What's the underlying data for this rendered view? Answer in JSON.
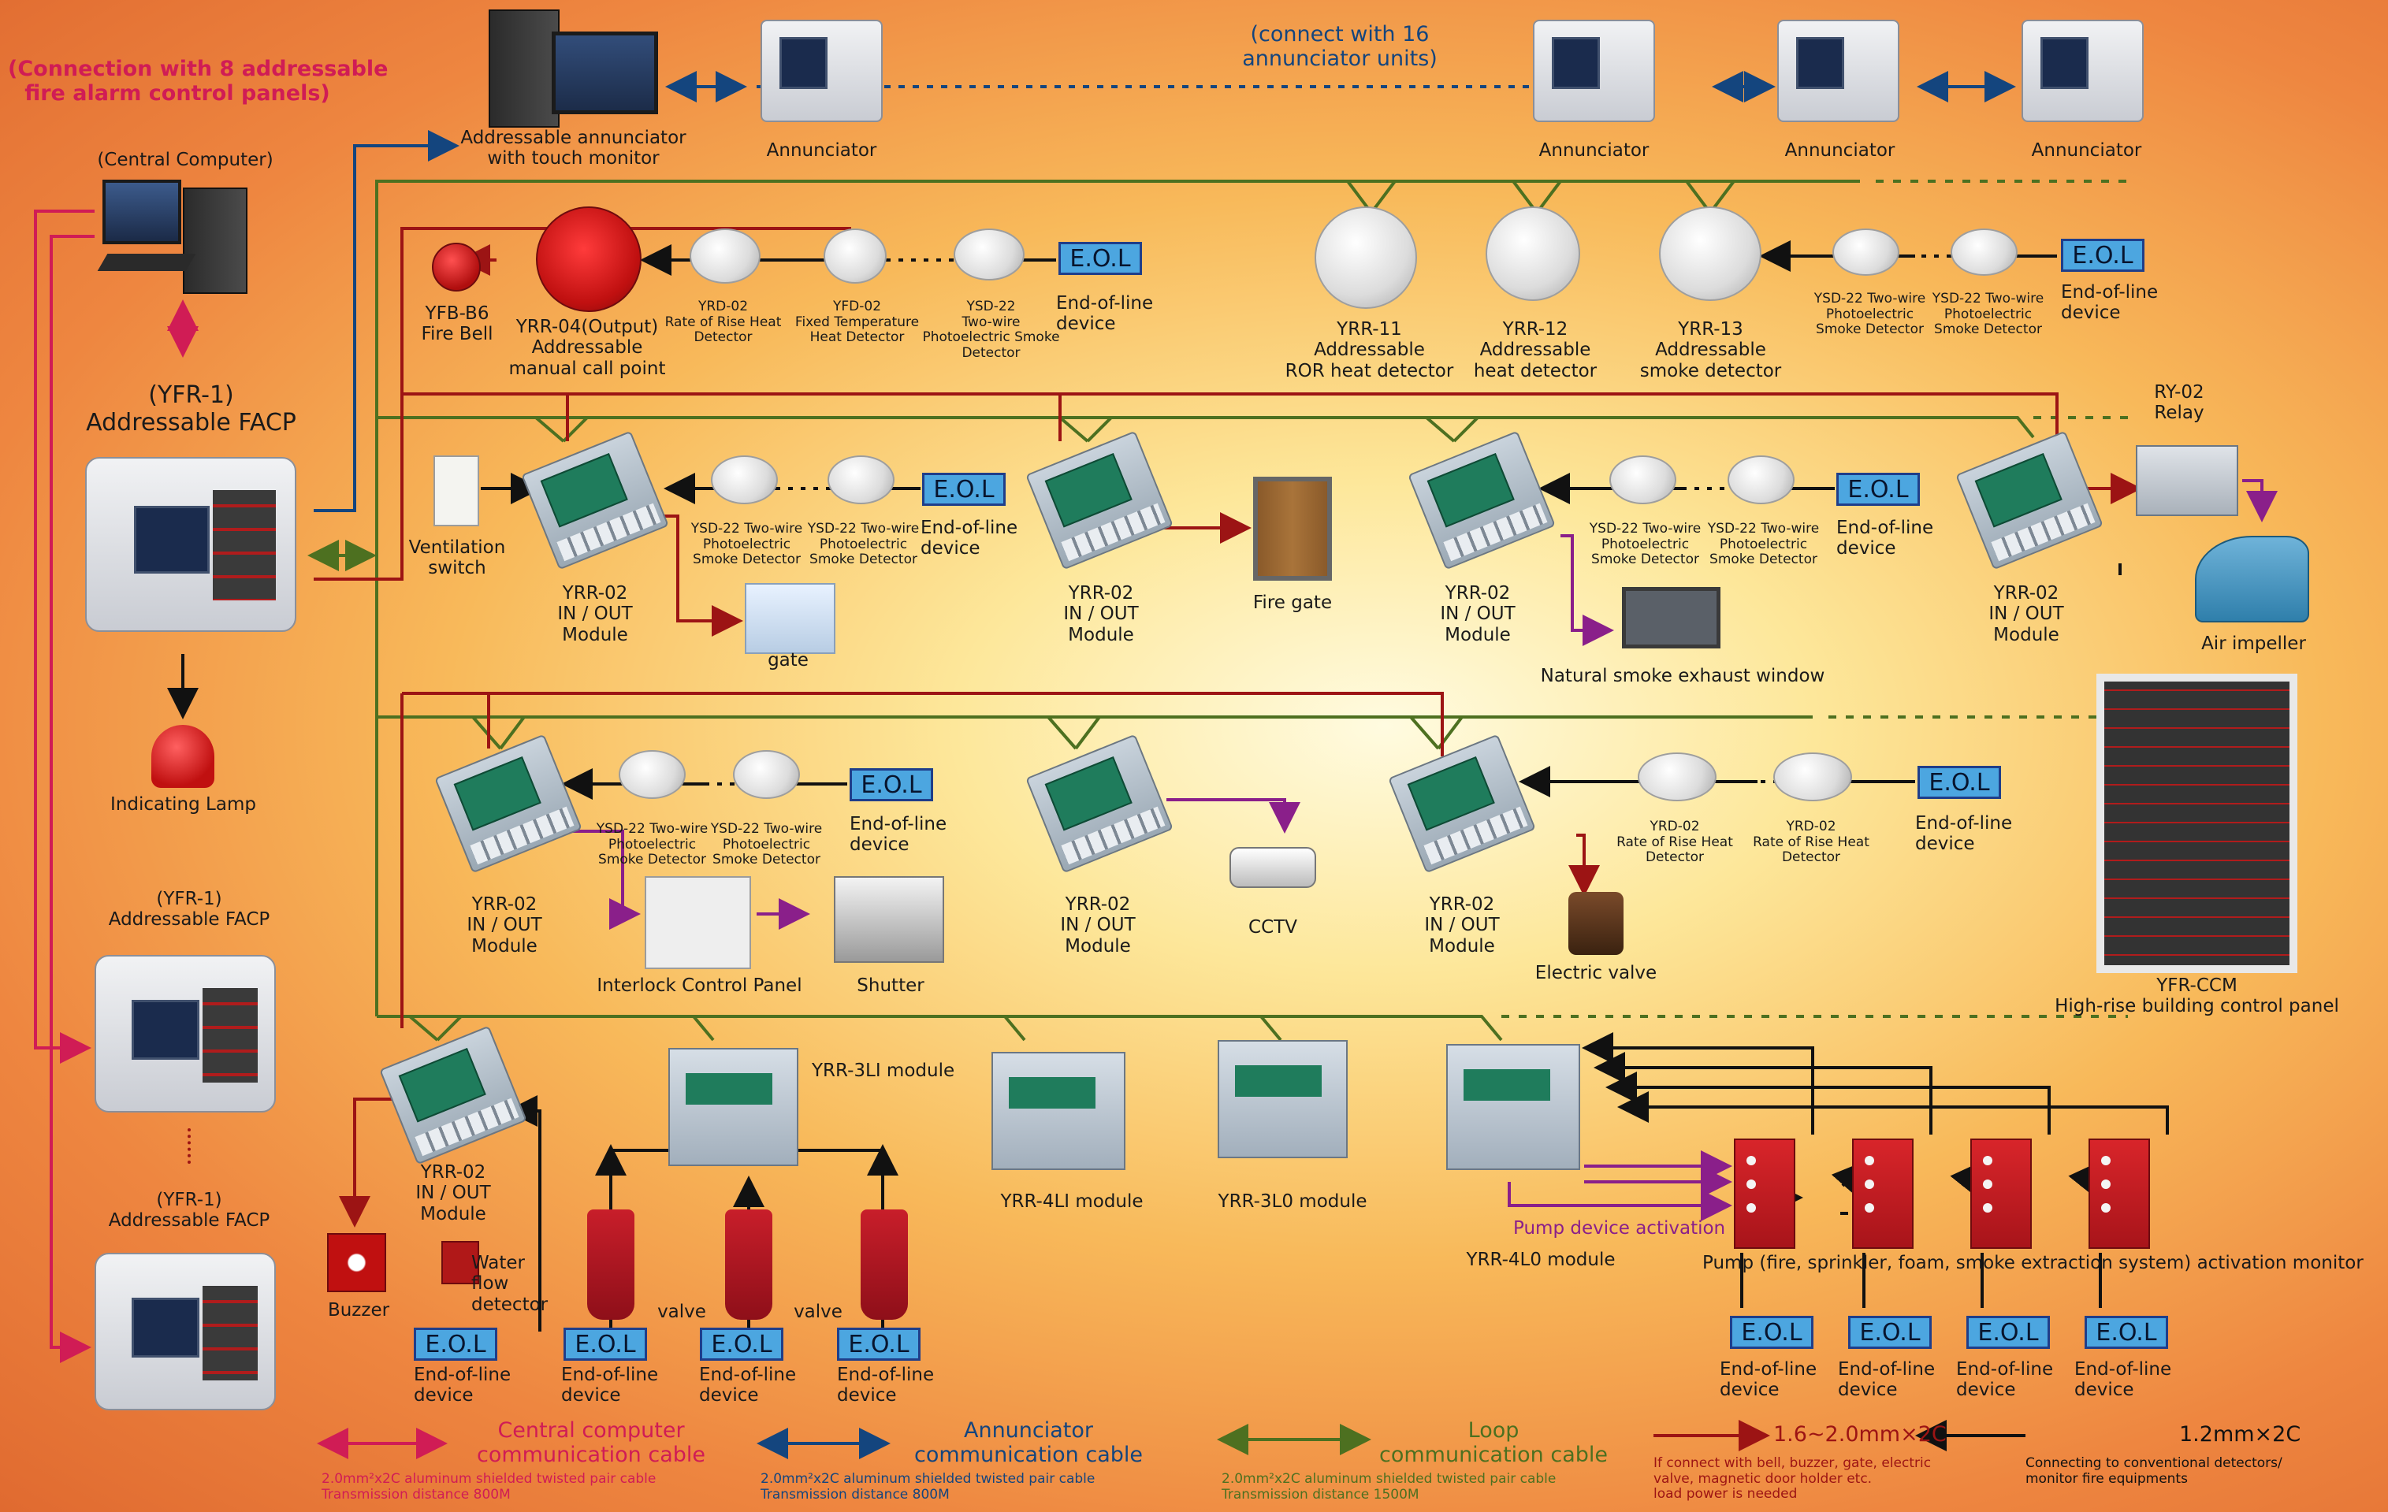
{
  "header": {
    "connection_panels": "(Connection with 8 addressable\nfire alarm control panels)",
    "connect_annunciators": "(connect with 16\nannunciator units)"
  },
  "top_devices": {
    "central_computer": "(Central  Computer)",
    "touch_annunciator": "Addressable annunciator\nwith touch monitor",
    "annunciator": "Annunciator"
  },
  "facp": {
    "main": "(YFR-1)\nAddressable FACP",
    "secondary": "(YFR-1)\nAddressable FACP",
    "indicating_lamp": "Indicating Lamp"
  },
  "row1": {
    "fire_bell": "YFB-B6\nFire Bell",
    "call_point": "YRR-04(Output)\nAddressable\nmanual call point",
    "yrd02": "YRD-02\nRate of Rise Heat\nDetector",
    "yfd02": "YFD-02\nFixed Temperature\nHeat Detector",
    "ysd22": "YSD-22\nTwo-wire\nPhotoelectric Smoke\nDetector",
    "eol": "E.O.L",
    "eol_label": "End-of-line\ndevice",
    "yrr11": "YRR-11\nAddressable\nROR heat detector",
    "yrr12": "YRR-12\nAddressable\nheat detector",
    "yrr13": "YRR-13\nAddressable\nsmoke detector",
    "ysd22_small": "YSD-22 Two-wire\nPhotoelectric\nSmoke Detector"
  },
  "row2": {
    "ventilation": "Ventilation\nswitch",
    "module": "YRR-02\nIN / OUT\nModule",
    "gate": "gate",
    "fire_gate": "Fire gate",
    "smoke_window": "Natural smoke exhaust window",
    "relay": "RY-02\nRelay",
    "air_impeller": "Air impeller"
  },
  "row3": {
    "interlock": "Interlock Control Panel",
    "shutter": "Shutter",
    "cctv": "CCTV",
    "electric_valve": "Electric valve",
    "yrd02_small": "YRD-02\nRate of Rise Heat\nDetector",
    "ccm": "YFR-CCM\nHigh-rise building control panel"
  },
  "row4": {
    "buzzer": "Buzzer",
    "water_flow": "Water\nflow\ndetector",
    "valve": "valve",
    "yrr3li": "YRR-3LI module",
    "yrr4li": "YRR-4LI module",
    "yrr3lo": "YRR-3L0 module",
    "yrr4lo": "YRR-4L0 module",
    "pump_activation": "Pump device activation",
    "pump_monitor": "Pump (fire, sprinkler, foam, smoke extraction system) activation monitor"
  },
  "legend": {
    "central": {
      "title": "Central computer\ncommunication cable",
      "spec": "2.0mm²x2C aluminum shielded twisted pair cable\nTransmission distance 800M",
      "color": "#d01c55"
    },
    "annunciator": {
      "title": "Annunciator\ncommunication cable",
      "spec": "2.0mm²x2C aluminum shielded twisted pair cable\nTransmission distance 800M",
      "color": "#14457e"
    },
    "loop": {
      "title": "Loop\ncommunication cable",
      "spec": "2.0mm²x2C aluminum shielded twisted pair cable\nTransmission distance 1500M",
      "color": "#4d7020"
    },
    "power": {
      "title": "1.6~2.0mm×2C",
      "spec": "If connect with bell, buzzer, gate, electric\nvalve, magnetic door holder etc.\nload power is needed",
      "color": "#9c1414"
    },
    "conventional": {
      "title": "1.2mm×2C",
      "spec": "Connecting to conventional detectors/\nmonitor fire equipments",
      "color": "#111111"
    }
  },
  "colors": {
    "loop": "#4d7020",
    "power": "#9c1414",
    "central": "#d01c55",
    "annunciator": "#14457e",
    "activation": "#8a1f8a"
  }
}
